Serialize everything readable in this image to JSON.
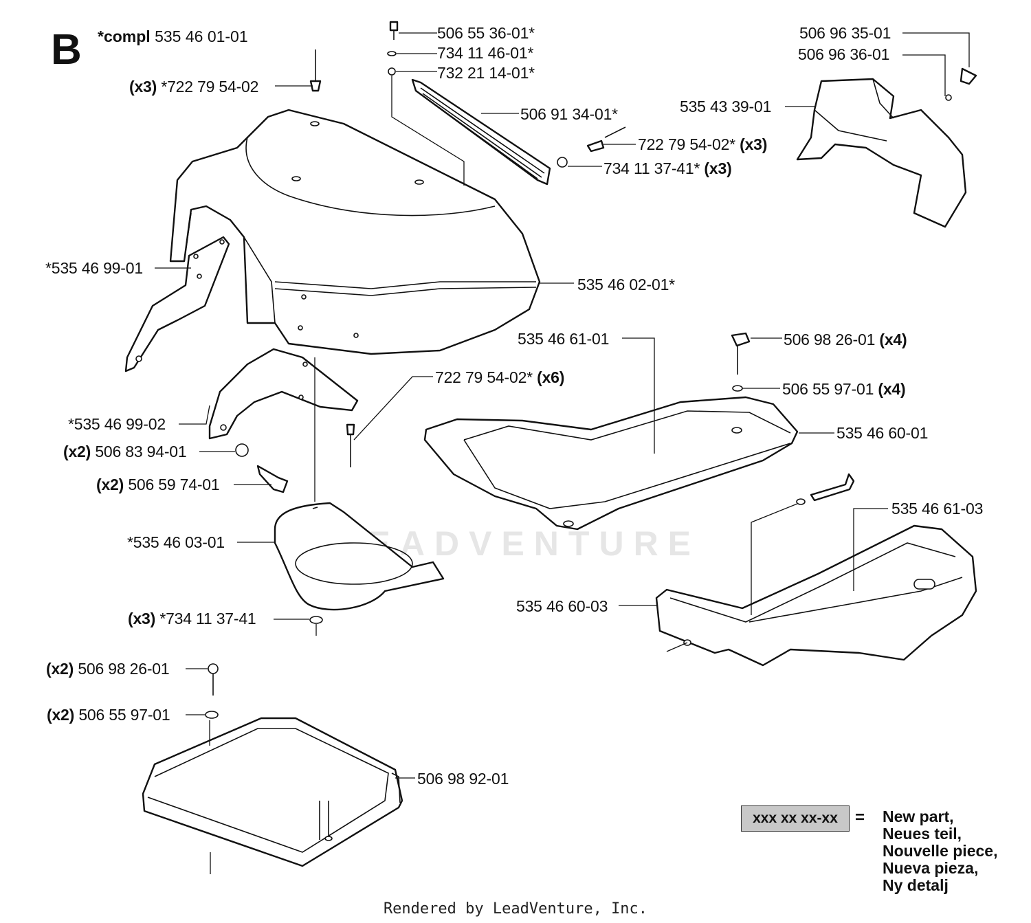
{
  "section": "B",
  "compl": {
    "prefix": "*compl",
    "number": "535 46 01-01"
  },
  "labels": {
    "l01": {
      "qty": "(x3)",
      "text": "*722 79 54-02"
    },
    "l02": {
      "text": "506 55 36-01*"
    },
    "l03": {
      "text": "734 11 46-01*"
    },
    "l04": {
      "text": "732 21 14-01*"
    },
    "l05": {
      "text": "506 91 34-01*"
    },
    "l06": {
      "text": "722 79 54-02*",
      "qty": "(x3)"
    },
    "l07": {
      "text": "734 11 37-41*",
      "qty": "(x3)"
    },
    "l08": {
      "text": "506 96 35-01"
    },
    "l09": {
      "text": "506 96 36-01"
    },
    "l10": {
      "text": "535 43 39-01"
    },
    "l11": {
      "text": "*535 46 99-01"
    },
    "l12": {
      "text": "535 46 02-01*"
    },
    "l13": {
      "text": "535 46 61-01"
    },
    "l14": {
      "text": "506 98 26-01",
      "qty": "(x4)"
    },
    "l15": {
      "text": "506 55 97-01",
      "qty": "(x4)"
    },
    "l16": {
      "text": "535 46 60-01"
    },
    "l17": {
      "text": "722 79 54-02*",
      "qty": "(x6)"
    },
    "l18": {
      "text": "*535 46 99-02"
    },
    "l19": {
      "qty": "(x2)",
      "text": "506 83 94-01"
    },
    "l20": {
      "qty": "(x2)",
      "text": "506 59 74-01"
    },
    "l21": {
      "text": "*535 46 03-01"
    },
    "l22": {
      "text": "535 46 61-03"
    },
    "l23": {
      "text": "535 46 60-03"
    },
    "l24": {
      "qty": "(x3)",
      "text": "*734 11 37-41"
    },
    "l25": {
      "qty": "(x2)",
      "text": "506 98 26-01"
    },
    "l26": {
      "qty": "(x2)",
      "text": "506 55 97-01"
    },
    "l27": {
      "text": "506 98 92-01"
    }
  },
  "legend": {
    "box": "xxx xx xx-xx",
    "equals": "=",
    "lines": [
      "New part,",
      "Neues teil,",
      "Nouvelle piece,",
      "Nueva pieza,",
      "Ny detalj"
    ]
  },
  "watermark": "LEADVENTURE",
  "footer": "Rendered by LeadVenture, Inc."
}
